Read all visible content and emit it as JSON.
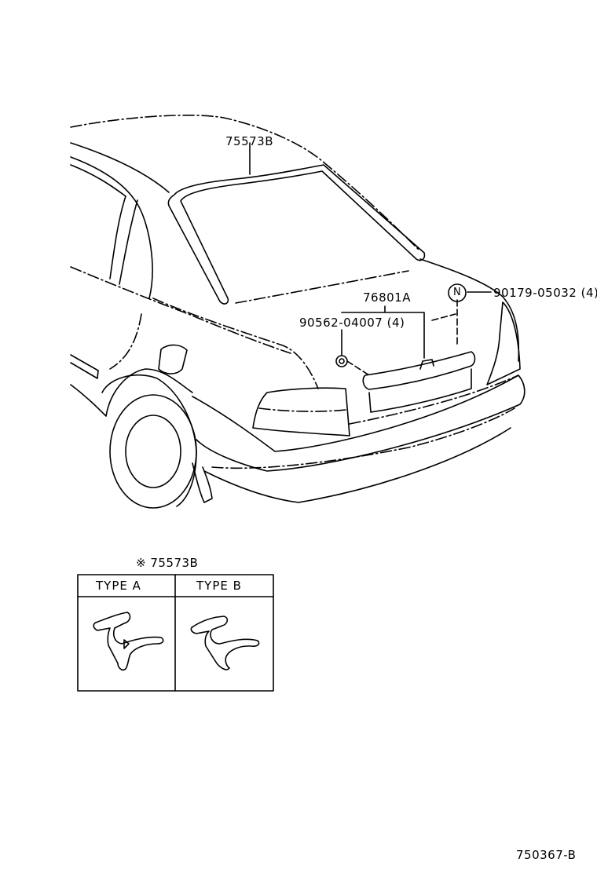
{
  "callouts": {
    "molding": "75573B",
    "garnish": "76801A",
    "nut_part": "90562-04007 (4)",
    "clip_part": "90179-05032 (4)",
    "clip_symbol": "N"
  },
  "section_table": {
    "title": "※ 75573B",
    "type_a": "TYPE A",
    "type_b": "TYPE B"
  },
  "diagram_code": "750367-B"
}
